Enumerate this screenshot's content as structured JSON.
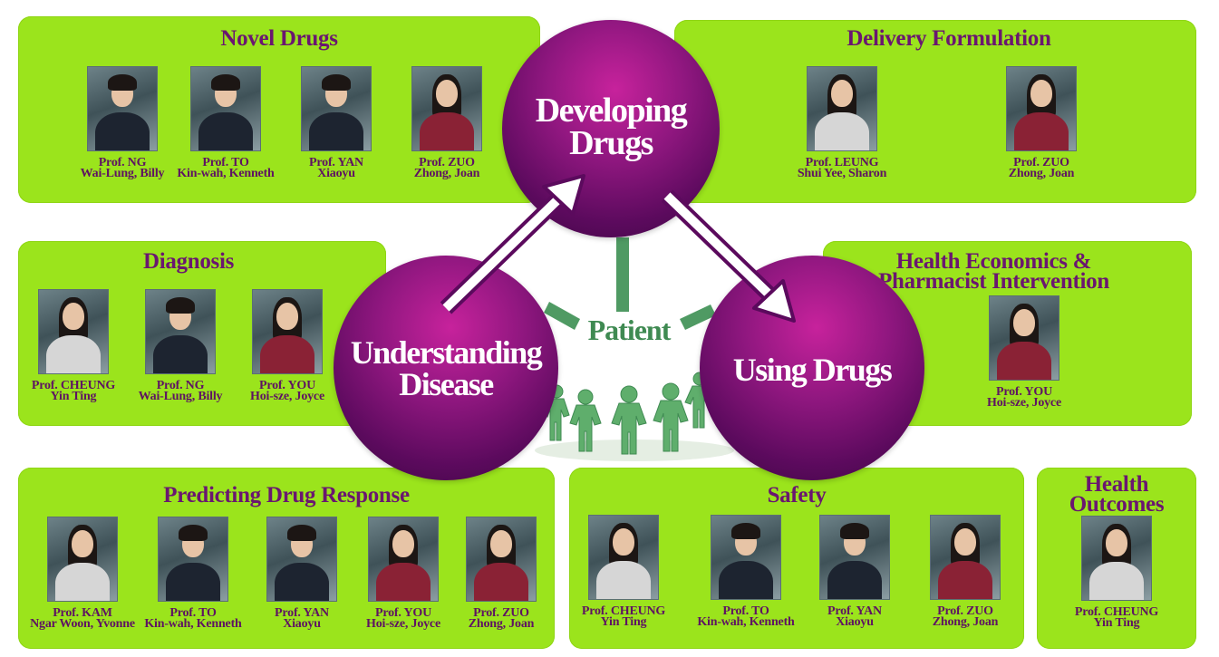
{
  "groups": {
    "novel_drugs": {
      "title": "Novel Drugs",
      "members": [
        {
          "line1": "Prof. NG",
          "line2": "Wai-Lung, Billy"
        },
        {
          "line1": "Prof. TO",
          "line2": "Kin-wah, Kenneth"
        },
        {
          "line1": "Prof. YAN",
          "line2": "Xiaoyu"
        },
        {
          "line1": "Prof. ZUO",
          "line2": "Zhong, Joan"
        }
      ]
    },
    "delivery_formulation": {
      "title": "Delivery Formulation",
      "members": [
        {
          "line1": "Prof. LEUNG",
          "line2": "Shui Yee, Sharon"
        },
        {
          "line1": "Prof. ZUO",
          "line2": "Zhong, Joan"
        }
      ]
    },
    "diagnosis": {
      "title": "Diagnosis",
      "members": [
        {
          "line1": "Prof. CHEUNG",
          "line2": "Yin Ting"
        },
        {
          "line1": "Prof. NG",
          "line2": "Wai-Lung, Billy"
        },
        {
          "line1": "Prof. YOU",
          "line2": "Hoi-sze, Joyce"
        }
      ]
    },
    "health_economics": {
      "title_line1": "Health Economics &",
      "title_line2": "Pharmacist Intervention",
      "members": [
        {
          "line1": "Prof. YOU",
          "line2": "Hoi-sze, Joyce"
        }
      ]
    },
    "predicting": {
      "title": "Predicting Drug Response",
      "members": [
        {
          "line1": "Prof. KAM",
          "line2": "Ngar Woon, Yvonne"
        },
        {
          "line1": "Prof. TO",
          "line2": "Kin-wah, Kenneth"
        },
        {
          "line1": "Prof. YAN",
          "line2": "Xiaoyu"
        },
        {
          "line1": "Prof. YOU",
          "line2": "Hoi-sze, Joyce"
        },
        {
          "line1": "Prof. ZUO",
          "line2": "Zhong, Joan"
        }
      ]
    },
    "safety": {
      "title": "Safety",
      "members": [
        {
          "line1": "Prof. CHEUNG",
          "line2": "Yin Ting"
        },
        {
          "line1": "Prof. TO",
          "line2": "Kin-wah, Kenneth"
        },
        {
          "line1": "Prof. YAN",
          "line2": "Xiaoyu"
        },
        {
          "line1": "Prof. ZUO",
          "line2": "Zhong, Joan"
        }
      ]
    },
    "health_outcomes": {
      "title_line1": "Health",
      "title_line2": "Outcomes",
      "members": [
        {
          "line1": "Prof. CHEUNG",
          "line2": "Yin Ting"
        }
      ]
    }
  },
  "center": {
    "developing": {
      "line1": "Developing",
      "line2": "Drugs"
    },
    "understanding": {
      "line1": "Understanding",
      "line2": "Disease"
    },
    "using": {
      "line1": "Using Drugs"
    },
    "patient": "Patient"
  },
  "colors": {
    "panel": "#9be41c",
    "title": "#6a1670",
    "sphere": "#8f177f",
    "connector": "#4f9a63"
  }
}
